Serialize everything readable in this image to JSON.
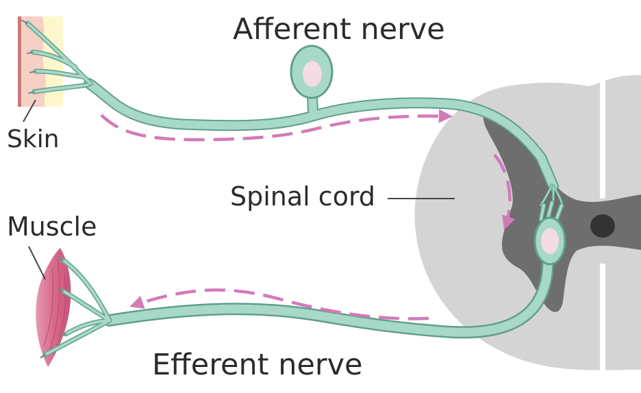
{
  "labels": {
    "afferent_nerve": "Afferent nerve",
    "skin": "Skin",
    "spinal_cord": "Spinal cord",
    "muscle": "Muscle",
    "efferent_nerve": "Efferent nerve"
  },
  "colors": {
    "nerve_fill": "#a8d8c8",
    "nerve_stroke": "#5f9e8c",
    "signal_arrow": "#d27ab8",
    "cord_white_matter": "#d4d4d4",
    "cord_grey_matter": "#6e6e6e",
    "central_canal": "#333333",
    "cell_nucleus": "#f4dbe4",
    "muscle": "#d86a8c",
    "skin": "#f6d0c4",
    "leader_line": "#444444"
  }
}
